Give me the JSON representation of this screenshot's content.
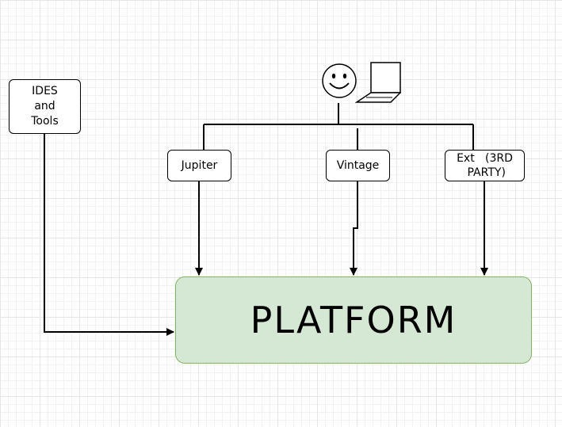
{
  "nodes": {
    "ides": "IDES\nand\nTools",
    "jupiter": "Jupiter",
    "vintage": "Vintage",
    "ext": "Ext   (3RD\n PARTY)",
    "platform": "PLATFORM"
  },
  "colors": {
    "platform_fill": "#d5e8d4",
    "platform_border": "#82b366",
    "line": "#000000"
  },
  "icons": [
    "smiley-face-icon",
    "laptop-icon"
  ]
}
